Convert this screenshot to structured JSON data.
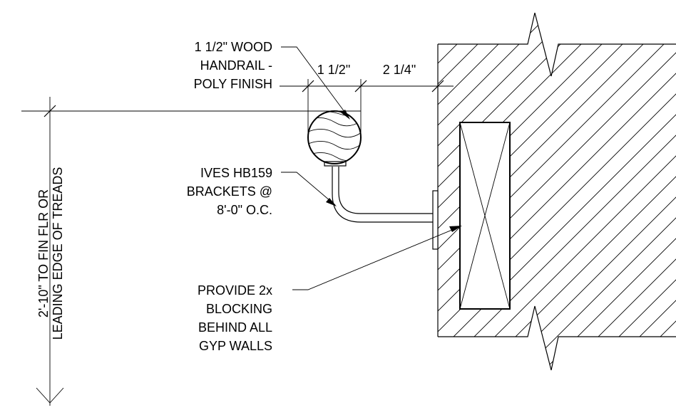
{
  "dimensions": {
    "rail_width": "1 1/2\"",
    "wall_clearance": "2 1/4\"",
    "rail_height": "2'-10\" TO FIN FLR OR",
    "rail_height_line2": "LEADING EDGE OF TREADS"
  },
  "notes": {
    "handrail": [
      "1 1/2\" WOOD",
      "HANDRAIL -",
      "POLY FINISH"
    ],
    "bracket": [
      "IVES HB159",
      "BRACKETS @",
      "8'-0\" O.C."
    ],
    "blocking": [
      "PROVIDE 2x",
      "BLOCKING",
      "BEHIND ALL",
      "GYP WALLS"
    ]
  },
  "colors": {
    "line": "#000000",
    "background": "#ffffff"
  }
}
